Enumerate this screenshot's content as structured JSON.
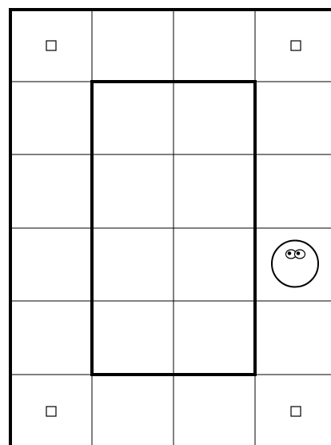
{
  "board": {
    "columns": 4,
    "rows": 6,
    "grid_color": "#000000",
    "background": "#ffffff",
    "inner_wall": {
      "from_col": 1,
      "to_col": 3,
      "from_row": 1,
      "to_row": 5
    },
    "markers": [
      {
        "row": 0,
        "col": 0,
        "glyph": "□"
      },
      {
        "row": 0,
        "col": 3,
        "glyph": "□"
      },
      {
        "row": 5,
        "col": 0,
        "glyph": "□"
      },
      {
        "row": 5,
        "col": 3,
        "glyph": "□"
      }
    ],
    "agent": {
      "row": 3,
      "col": 3,
      "icon": "face-icon",
      "facing": "up-right"
    }
  }
}
